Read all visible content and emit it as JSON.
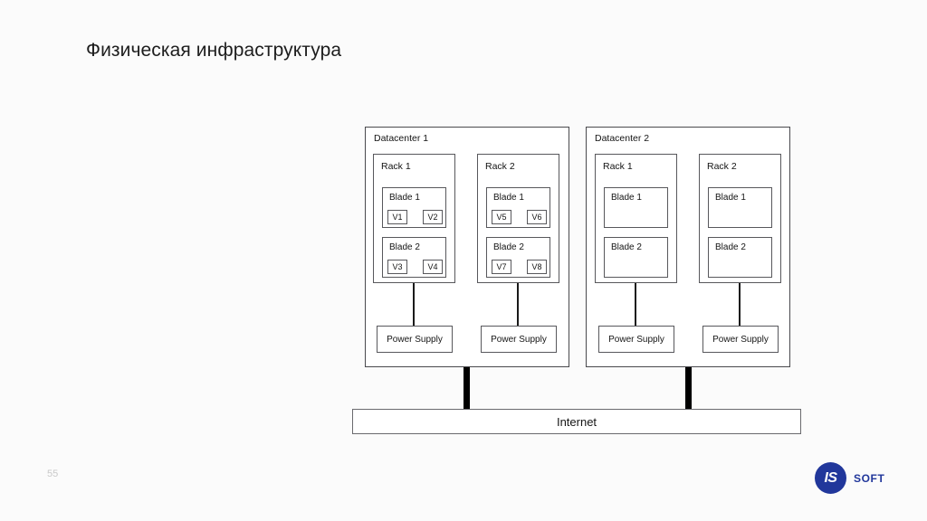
{
  "slide": {
    "title": "Физическая инфраструктура",
    "page_number": "55",
    "background_color": "#fbfbfb"
  },
  "logo": {
    "mark_text": "IS",
    "brand_text": "SOFT",
    "brand_color": "#21379b"
  },
  "diagram": {
    "type": "infrastructure-topology",
    "network_bar": {
      "label": "Internet"
    },
    "datacenters": [
      {
        "label": "Datacenter 1",
        "racks": [
          {
            "label": "Rack 1",
            "blades": [
              {
                "label": "Blade 1",
                "vms": [
                  "V1",
                  "V2"
                ]
              },
              {
                "label": "Blade 2",
                "vms": [
                  "V3",
                  "V4"
                ]
              }
            ],
            "power_supply": {
              "label": "Power Supply"
            }
          },
          {
            "label": "Rack 2",
            "blades": [
              {
                "label": "Blade 1",
                "vms": [
                  "V5",
                  "V6"
                ]
              },
              {
                "label": "Blade 2",
                "vms": [
                  "V7",
                  "V8"
                ]
              }
            ],
            "power_supply": {
              "label": "Power Supply"
            }
          }
        ]
      },
      {
        "label": "Datacenter 2",
        "racks": [
          {
            "label": "Rack 1",
            "blades": [
              {
                "label": "Blade 1",
                "vms": []
              },
              {
                "label": "Blade 2",
                "vms": []
              }
            ],
            "power_supply": {
              "label": "Power Supply"
            }
          },
          {
            "label": "Rack 2",
            "blades": [
              {
                "label": "Blade 1",
                "vms": []
              },
              {
                "label": "Blade 2",
                "vms": []
              }
            ],
            "power_supply": {
              "label": "Power Supply"
            }
          }
        ]
      }
    ]
  }
}
